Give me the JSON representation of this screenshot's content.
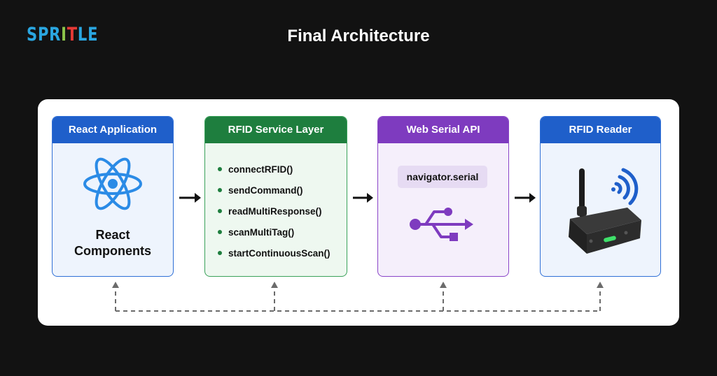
{
  "logo": {
    "part1": "SPR",
    "part2": "I",
    "part3": "T",
    "part4": "LE"
  },
  "title": "Final Architecture",
  "cards": {
    "react": {
      "header": "React Application",
      "label_line1": "React",
      "label_line2": "Components"
    },
    "service": {
      "header": "RFID Service Layer",
      "methods": [
        "connectRFID()",
        "sendCommand()",
        "readMultiResponse()",
        "scanMultiTag()",
        "startContinuousScan()"
      ]
    },
    "webserial": {
      "header": "Web Serial API",
      "code": "navigator.serial"
    },
    "reader": {
      "header": "RFID Reader"
    }
  },
  "colors": {
    "background": "#121212",
    "blue": "#1f5fca",
    "green": "#1e7e3e",
    "purple": "#7e3bbf",
    "react_icon": "#2b8be6",
    "led": "#3fe06a"
  },
  "icons": [
    "react-atom-icon",
    "usb-icon",
    "rfid-reader-icon",
    "wireless-signal-icon",
    "arrow-right-icon",
    "dashed-arrow-up-icon"
  ]
}
